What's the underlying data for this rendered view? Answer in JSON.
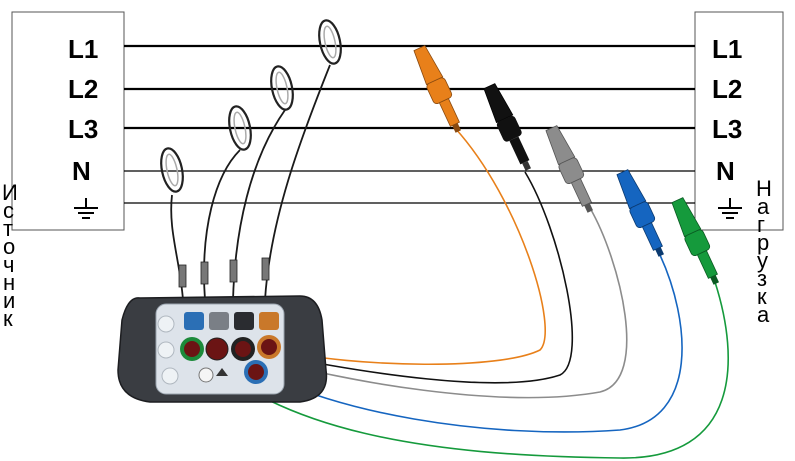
{
  "source": {
    "title_letters": [
      "И",
      "с",
      "т",
      "о",
      "ч",
      "н",
      "и",
      "к"
    ],
    "lines": [
      "L1",
      "L2",
      "L3",
      "N"
    ],
    "ground_icon": "ground-icon"
  },
  "load": {
    "title_letters": [
      "Н",
      "а",
      "г",
      "р",
      "у",
      "з",
      "к",
      "а"
    ],
    "lines": [
      "L1",
      "L2",
      "L3",
      "N"
    ],
    "ground_icon": "ground-icon"
  },
  "colors": {
    "phase1": "#e8801a",
    "phase2": "#111111",
    "phase3": "#8c8c8c",
    "neutral": "#1565c0",
    "earth": "#159a3c",
    "wire": "#000000",
    "device_body": "#3a3d42",
    "device_panel": "#dde3ea"
  },
  "icons": [
    "current-clamp-icon",
    "voltage-probe-icon",
    "ground-icon",
    "connector-socket-icon",
    "analyzer-device-icon"
  ]
}
